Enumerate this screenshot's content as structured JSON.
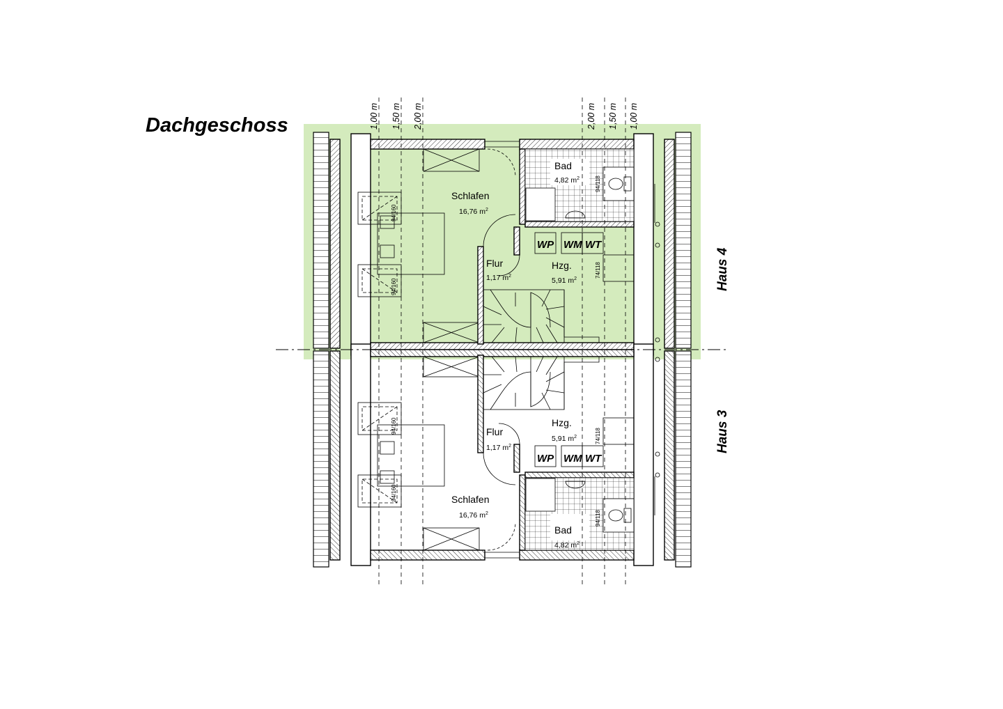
{
  "drawing": {
    "title": "Dachgeschoss",
    "highlight_color": "#cfe9b6",
    "house_top": "Haus 4",
    "house_bottom": "Haus 3",
    "height_lines": [
      "1,00 m",
      "1,50 m",
      "2,00 m",
      "2,00 m",
      "1,50 m",
      "1,00 m"
    ],
    "rooms": {
      "schlafen": {
        "name": "Schlafen",
        "area": "16,76 m",
        "unit_sup": "2"
      },
      "bad": {
        "name": "Bad",
        "area": "4,82 m",
        "unit_sup": "2"
      },
      "flur": {
        "name": "Flur",
        "area": "1,17 m",
        "unit_sup": "2"
      },
      "hzg": {
        "name": "Hzg.",
        "area": "5,91 m",
        "unit_sup": "2"
      }
    },
    "windows": {
      "roof_large": "94/160",
      "roof_bad": "94/118",
      "roof_hzg": "74/118"
    },
    "appliances": [
      "WP",
      "WM",
      "WT"
    ]
  }
}
